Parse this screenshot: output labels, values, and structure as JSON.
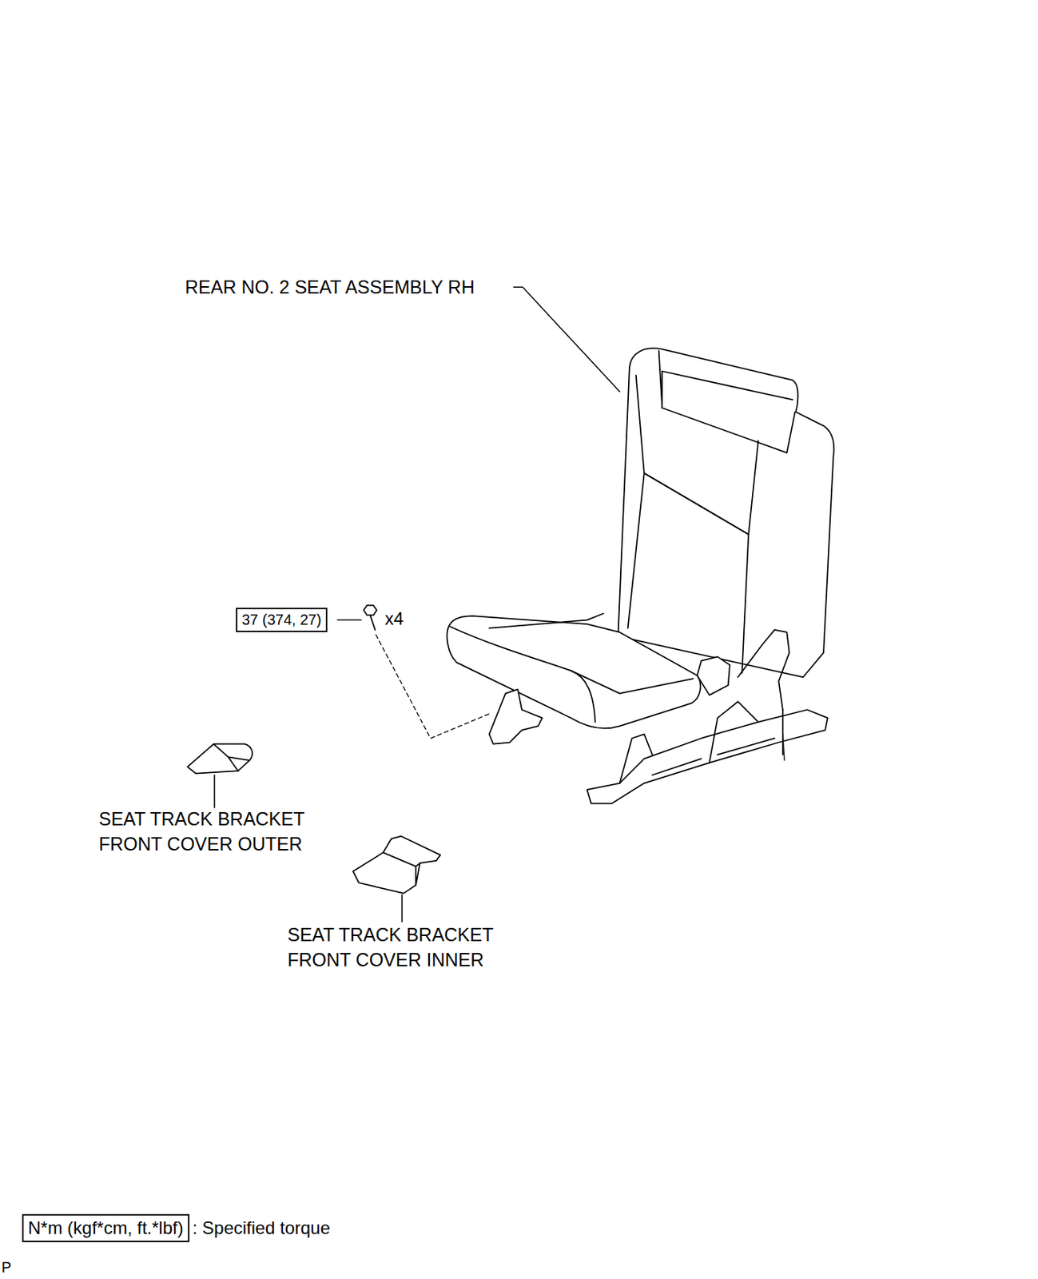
{
  "diagram": {
    "nodes": [
      {
        "text": [
          "37 (374, 27)"
        ]
      },
      {
        "text": [
          "N*m (kgf*cm, ft.*lbf)"
        ]
      }
    ],
    "labels": [
      "REAR NO. 2 SEAT ASSEMBLY RH",
      "x4",
      "SEAT TRACK BRACKET FRONT COVER OUTER",
      "SEAT TRACK BRACKET FRONT COVER INNER",
      ": Specified torque",
      "P"
    ]
  }
}
